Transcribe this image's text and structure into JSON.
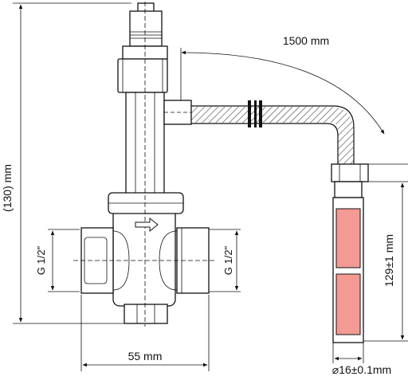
{
  "dimensions": {
    "height_total": "(130) mm",
    "hose_length": "1500 mm",
    "thread_left": "G 1/2\"",
    "thread_right": "G 1/2\"",
    "width": "55 mm",
    "sensor_length": "129±1 mm",
    "sensor_diameter": "⌀16±0.1mm"
  },
  "colors": {
    "sensor_fill": "#f39a95",
    "line": "#111111"
  },
  "icons": {
    "flow_direction": "arrow-right-icon"
  }
}
